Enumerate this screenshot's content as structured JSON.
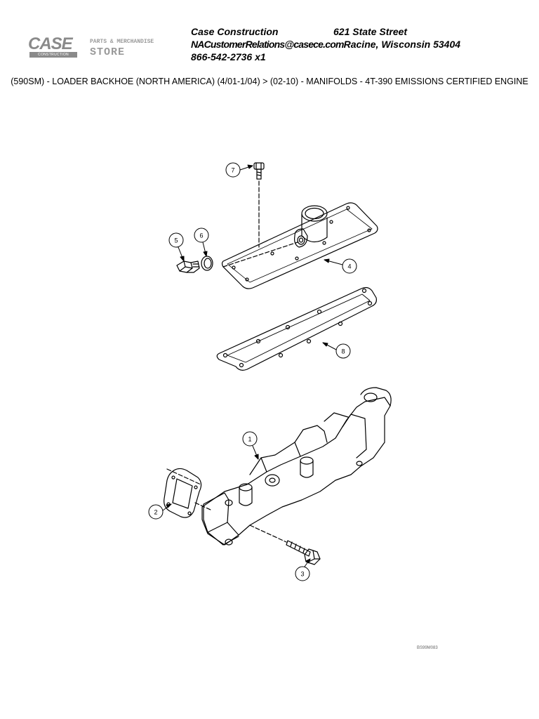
{
  "header": {
    "logo_case": "CASE",
    "logo_construction": "CONSTRUCTION",
    "logo_store_top": "PARTS & MERCHANDISE",
    "logo_store": "STORE",
    "company": "Case Construction",
    "email": "NACustomerRelations@casece.com",
    "street": "621 State Street",
    "city": "Racine, Wisconsin 53404",
    "phone": "866-542-2736 x1"
  },
  "breadcrumb": "(590SM) - LOADER BACKHOE (NORTH AMERICA) (4/01-1/04) > (02-10) - MANIFOLDS - 4T-390 EMISSIONS CERTIFIED ENGINE",
  "diagram": {
    "callouts": [
      "7",
      "5",
      "6",
      "4",
      "8",
      "1",
      "2",
      "3"
    ],
    "drawing_code": "BS99M083"
  }
}
